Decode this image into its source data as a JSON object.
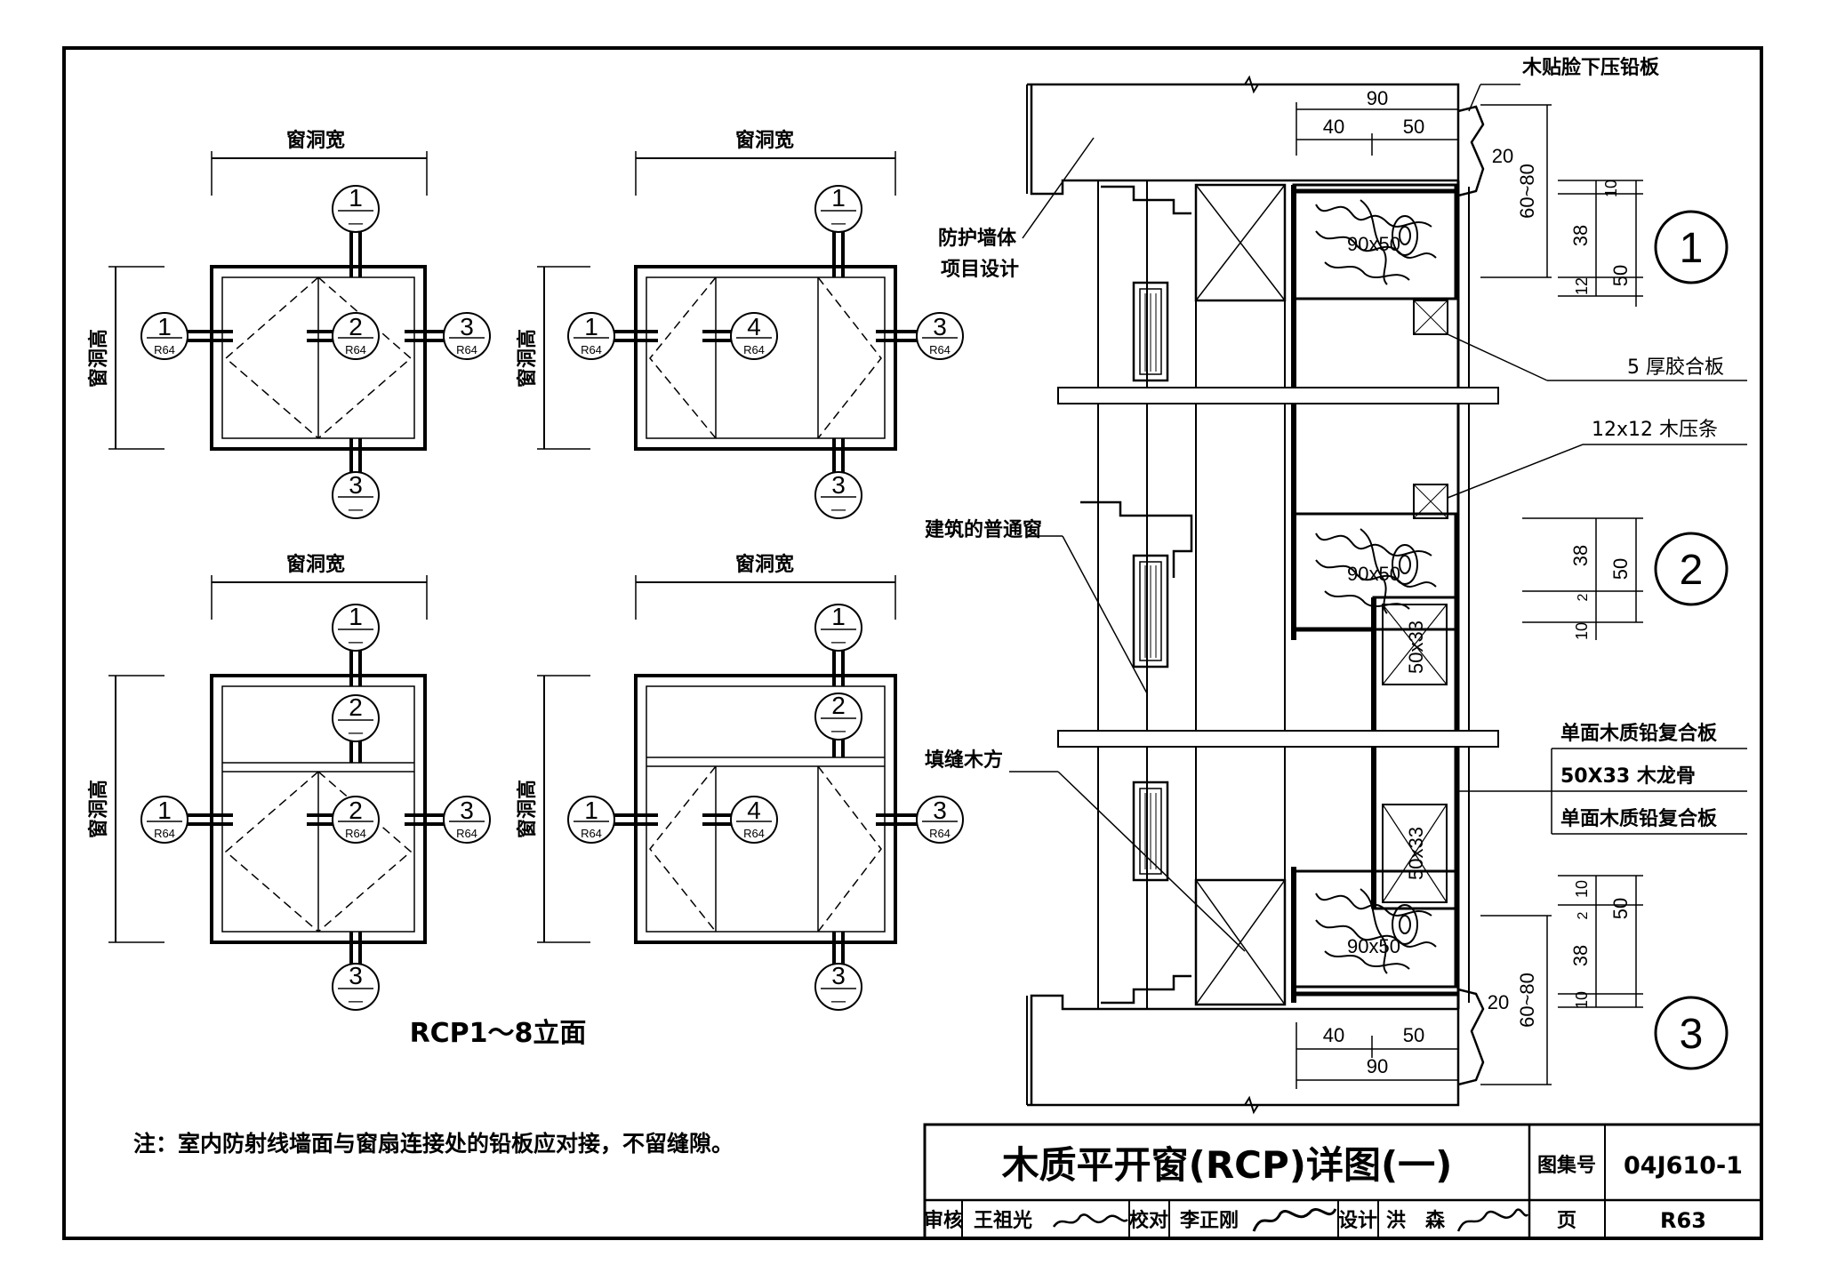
{
  "elevations": {
    "width_label": "窗洞宽",
    "height_label": "窗洞高",
    "caption": "RCP1～8立面",
    "marker_top": "1",
    "marker_mid": "2",
    "marker_bottom": "3",
    "marker_center4": "4",
    "left_marker": "1",
    "right_marker": "3",
    "sheet_ref": "R64",
    "dash": "—"
  },
  "note": "注：室内防射线墙面与窗扇连接处的铅板应对接，不留缝隙。",
  "section": {
    "labels": {
      "lead_sheet": "木贴脸下压铅板",
      "protective_wall": "防护墙体",
      "project_design": "项目设计",
      "plywood": "5 厚胶合板",
      "strip": "12x12 木压条",
      "ordinary_window": "建筑的普通窗",
      "filler": "填缝木方",
      "composite_panel_1": "单面木质铅复合板",
      "keel": "50X33 木龙骨",
      "composite_panel_2": "单面木质铅复合板"
    },
    "dims": {
      "top_total": "90",
      "top_a": "40",
      "top_b": "50",
      "top_20": "20",
      "top_6080": "60~80",
      "d1_10": "10",
      "d1_38": "38",
      "d1_50": "50",
      "d1_12": "12",
      "d2_38": "38",
      "d2_50": "50",
      "d2_2": "2",
      "d2_10": "10",
      "d3_10": "10",
      "d3_50": "50",
      "d3_2": "2",
      "d3_38": "38",
      "d3_10b": "10",
      "bot_40": "40",
      "bot_50": "50",
      "bot_90": "90",
      "bot_20": "20",
      "bot_6080": "60~80",
      "member_9050": "90x50",
      "member_5033": "50x33"
    },
    "detail_markers": [
      "1",
      "2",
      "3"
    ]
  },
  "title_block": {
    "title": "木质平开窗(RCP)详图(一)",
    "atlas_label": "图集号",
    "atlas_no": "04J610-1",
    "review_label": "审核",
    "reviewer": "王祖光",
    "check_label": "校对",
    "checker": "李正刚",
    "design_label": "设计",
    "designer": "洪　森",
    "page_label": "页",
    "page_no": "R63"
  }
}
